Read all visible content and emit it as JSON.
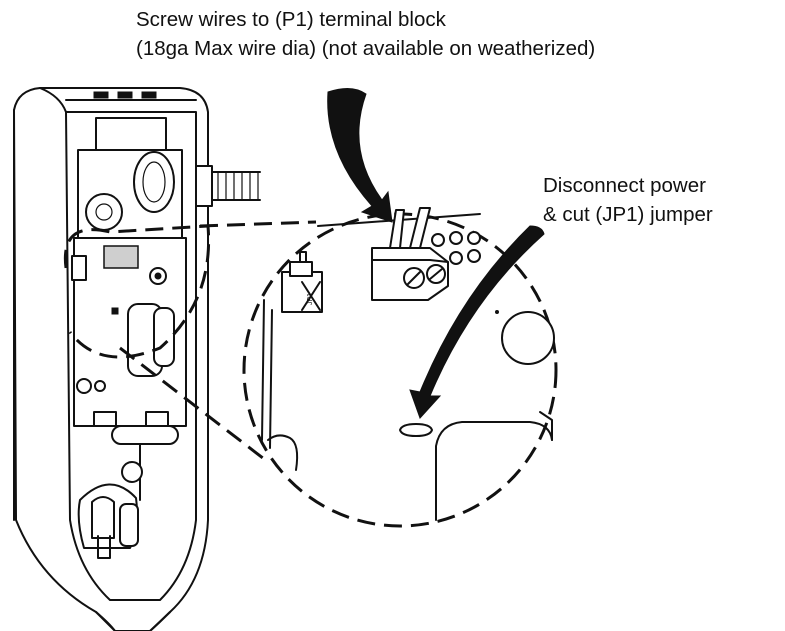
{
  "callouts": {
    "wiring": {
      "line1": "Screw wires to (P1) terminal block",
      "line2": "(18ga Max wire dia) (not available on weatherized)"
    },
    "jumper": {
      "line1": "Disconnect power",
      "line2": "& cut (JP1) jumper"
    }
  },
  "components": {
    "jumper_label": "JP1"
  }
}
